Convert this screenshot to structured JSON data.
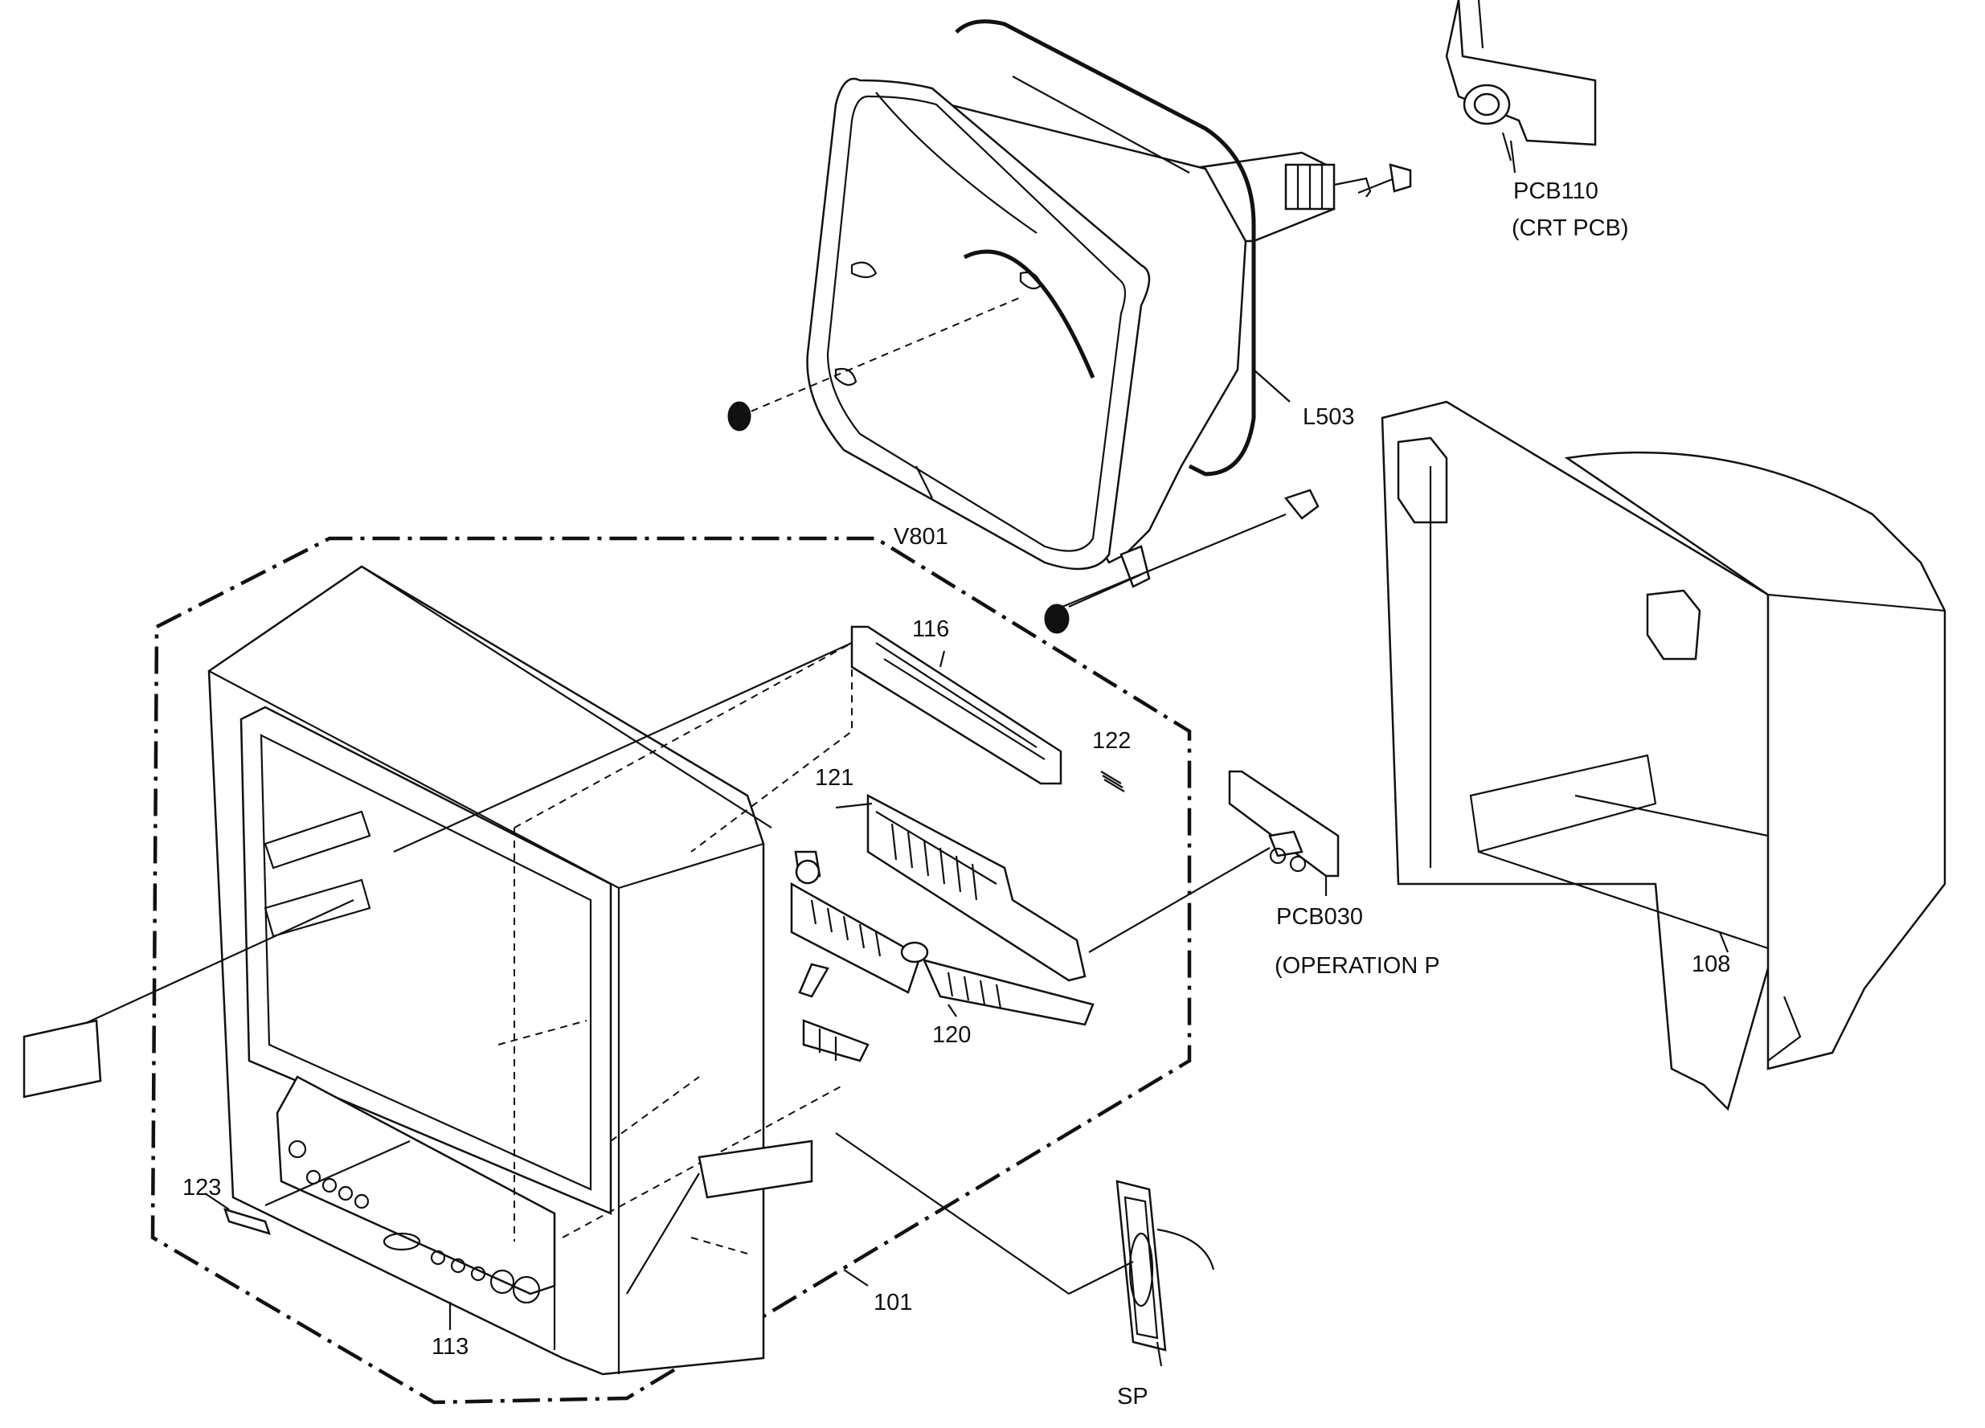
{
  "diagram": {
    "labels": {
      "pcb110": "PCB110",
      "pcb110_desc": "(CRT PCB)",
      "l503": "L503",
      "v801": "V801",
      "n116": "116",
      "n122": "122",
      "n121": "121",
      "pcb030": "PCB030",
      "pcb030_desc": "(OPERATION P",
      "n108": "108",
      "n120": "120",
      "n123": "123",
      "n101": "101",
      "n113": "113",
      "sp": "SP"
    }
  }
}
